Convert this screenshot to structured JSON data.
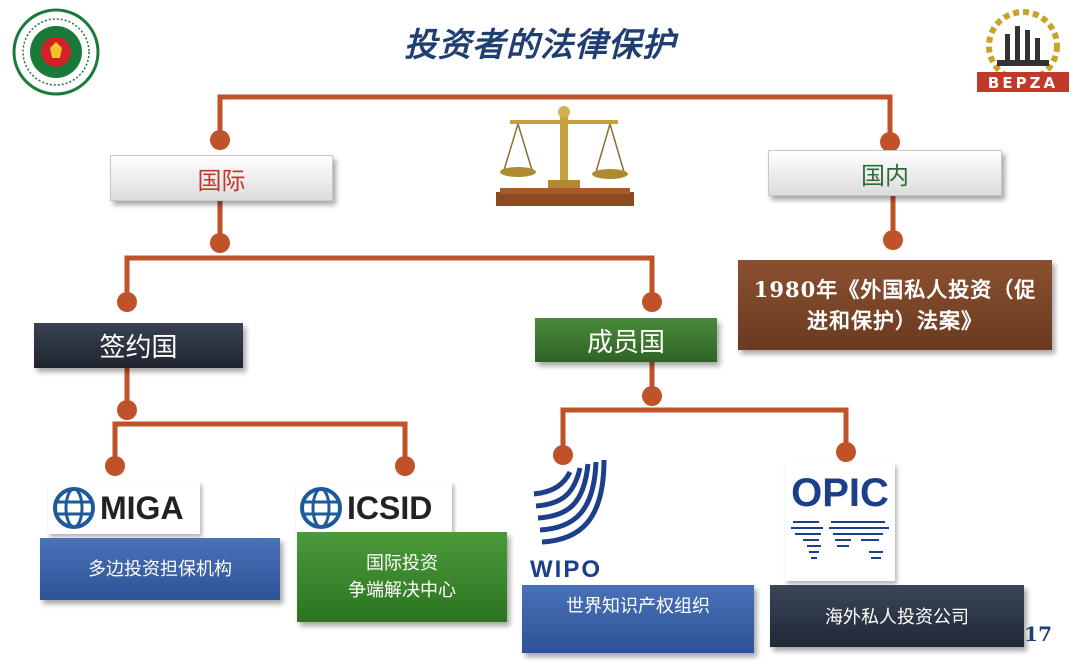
{
  "title": "投资者的法律保护",
  "page_number": "17",
  "colors": {
    "connector": "#c0522a",
    "title": "#1f3f73"
  },
  "nodes": {
    "international": "国际",
    "domestic": "国内",
    "domestic_law_line1": "1980年《外国私人投资（促",
    "domestic_law_line2": "进和保护）法案》",
    "signatory": "签约国",
    "member": "成员国",
    "miga_desc": "多边投资担保机构",
    "icsid_desc_line1": "国际投资",
    "icsid_desc_line2": "争端解决中心",
    "wipo_desc": "世界知识产权组织",
    "opic_desc": "海外私人投资公司"
  },
  "logos": {
    "miga": "MIGA",
    "icsid": "ICSID",
    "wipo": "WIPO",
    "opic": "OPIC",
    "bepza": "BEPZA"
  },
  "icons": [
    "bangladesh-emblem-icon",
    "scales-of-justice-icon",
    "bepza-logo-icon",
    "world-bank-globe-icon",
    "wipo-stripes-icon",
    "opic-world-map-icon"
  ]
}
